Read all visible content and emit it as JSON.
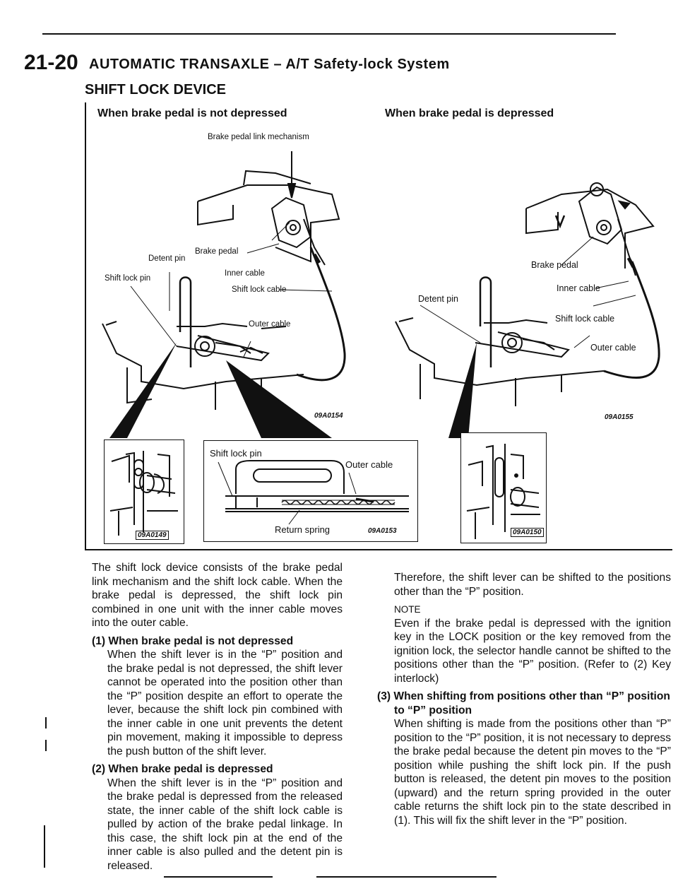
{
  "header": {
    "page_number": "21-20",
    "title": "AUTOMATIC TRANSAXLE – A/T Safety-lock System"
  },
  "section_title": "SHIFT LOCK DEVICE",
  "figure": {
    "left_caption": "When brake pedal is not depressed",
    "right_caption": "When brake pedal is depressed",
    "left_labels": {
      "mechanism": "Brake pedal link mechanism",
      "detent_pin": "Detent pin",
      "brake_pedal": "Brake pedal",
      "shift_lock_pin": "Shift lock pin",
      "inner_cable": "Inner cable",
      "shift_lock_cable": "Shift lock cable",
      "outer_cable": "Outer cable",
      "code": "09A0154"
    },
    "right_labels": {
      "brake_pedal": "Brake pedal",
      "inner_cable": "Inner cable",
      "detent_pin": "Detent pin",
      "shift_lock_cable": "Shift lock cable",
      "outer_cable": "Outer cable",
      "code": "09A0155"
    },
    "inset_left_code": "09A0149",
    "inset_center": {
      "shift_lock_pin": "Shift lock pin",
      "outer_cable": "Outer cable",
      "return_spring": "Return spring",
      "code": "09A0153"
    },
    "inset_right_code": "09A0150"
  },
  "left_column": {
    "intro": "The shift lock device consists of the brake pedal link mechanism and the shift lock cable. When the brake pedal is depressed, the shift lock pin combined in one unit with the inner cable moves into the outer cable.",
    "h1": "(1) When brake pedal is not depressed",
    "p1": "When the shift lever is in the “P” position and the brake pedal is not depressed, the shift lever cannot be operated into the position other than the “P” position despite an effort to operate the lever, because the shift lock pin combined with the inner cable in one unit prevents the detent pin movement, making it impossible to depress the push button of the shift lever.",
    "h2": "(2) When brake pedal is depressed",
    "p2": "When the shift lever is in the “P” position and the brake pedal is depressed from the released state, the inner cable of the shift lock cable is pulled by action of the brake pedal linkage. In this case, the shift lock pin at the end of the inner cable is also pulled and the detent pin is released."
  },
  "right_column": {
    "p2_cont": "Therefore, the shift lever can be shifted to the positions other than the “P” position.",
    "note_label": "NOTE",
    "note_text": "Even if the brake pedal is depressed with the ignition key in the LOCK position or the key removed from the ignition lock, the selector handle cannot be shifted to the positions other than the “P” position. (Refer to (2) Key interlock)",
    "h3": "(3) When shifting from positions other than “P” position to “P” position",
    "p3": "When shifting is made from the positions other than “P” position to the “P” position, it is not necessary to depress the brake pedal because the detent pin moves to the “P” position while pushing the shift lock pin. If the push button is released, the detent pin moves to the position (upward) and the return spring provided in the outer cable returns the shift lock pin to the state described in (1). This will fix the shift lever in the “P” position."
  }
}
